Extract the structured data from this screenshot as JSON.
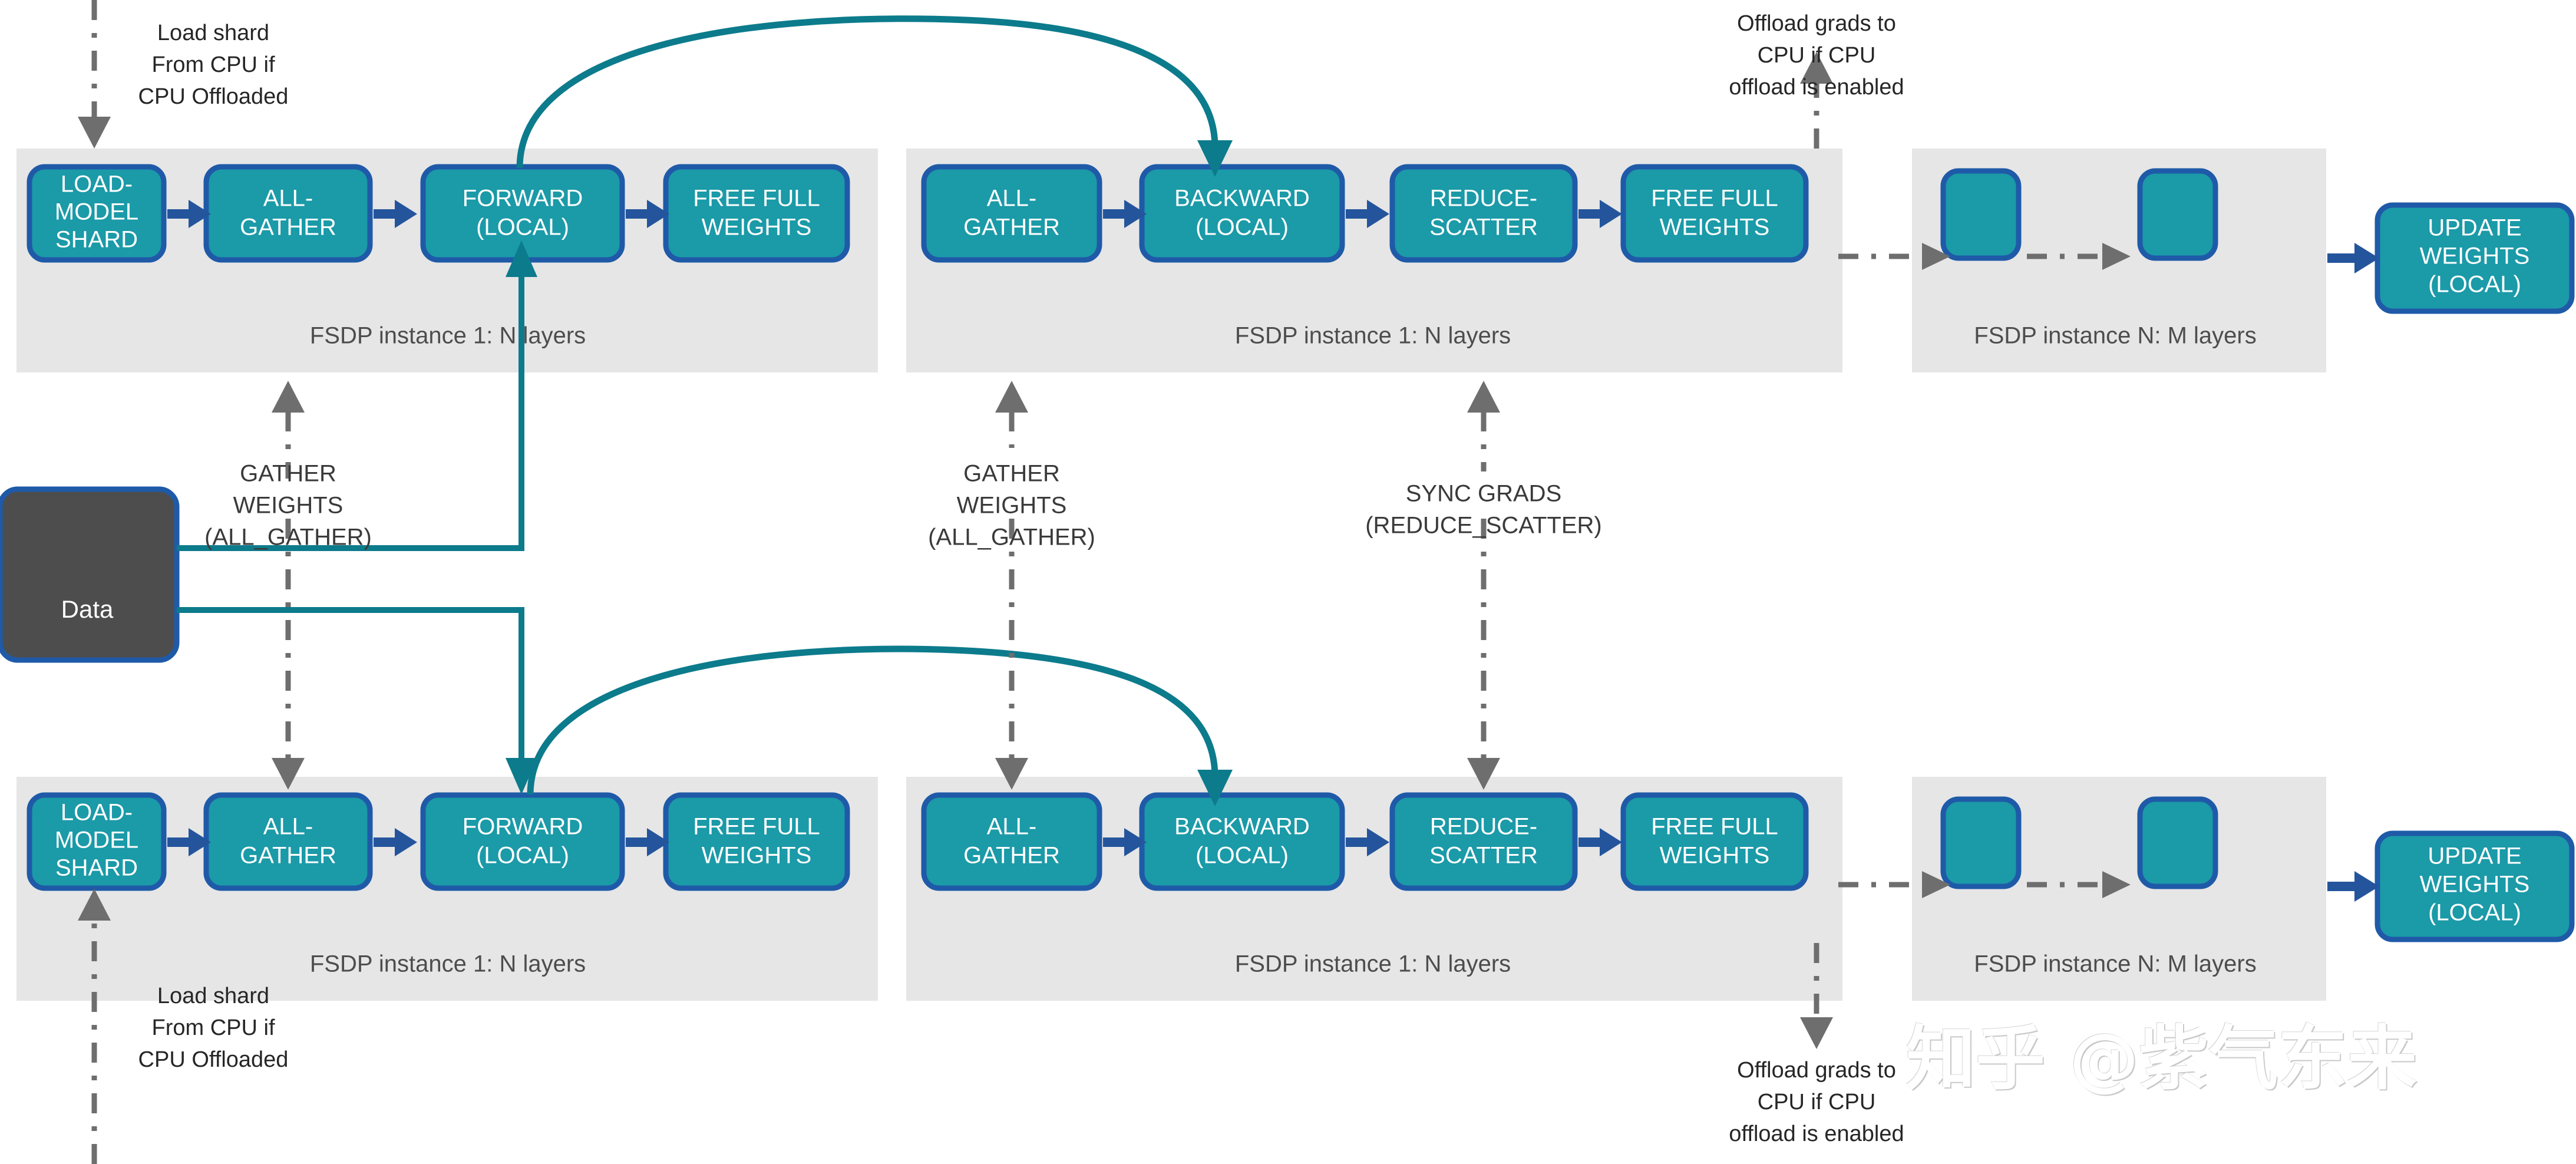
{
  "theme": {
    "node_fill": "#1b9aa8",
    "node_stroke": "#1f5aa8",
    "panel_fill": "#e6e6e6",
    "data_fill": "#4d4d4d",
    "teal_line": "#0c7b8c",
    "dash_line": "#6e6e6e",
    "arrow_blue": "#24559c"
  },
  "data_source": {
    "label": "Data"
  },
  "watermark": {
    "text": "知乎 @紫气东来"
  },
  "rows": [
    {
      "id": "row-top",
      "panels": [
        {
          "id": "top-fsdp-forward",
          "caption": "FSDP instance 1: N layers",
          "nodes": [
            {
              "id": "load-model-shard",
              "lines": [
                "LOAD-",
                "MODEL",
                "SHARD"
              ]
            },
            {
              "id": "all-gather",
              "lines": [
                "ALL-",
                "GATHER"
              ]
            },
            {
              "id": "forward-local",
              "lines": [
                "FORWARD",
                "(LOCAL)"
              ]
            },
            {
              "id": "free-full-weights",
              "lines": [
                "FREE FULL",
                "WEIGHTS"
              ]
            }
          ]
        },
        {
          "id": "top-fsdp-backward",
          "caption": "FSDP instance 1: N layers",
          "nodes": [
            {
              "id": "all-gather-2",
              "lines": [
                "ALL-",
                "GATHER"
              ]
            },
            {
              "id": "backward-local",
              "lines": [
                "BACKWARD",
                "(LOCAL)"
              ]
            },
            {
              "id": "reduce-scatter",
              "lines": [
                "REDUCE-",
                "SCATTER"
              ]
            },
            {
              "id": "free-full-weights-2",
              "lines": [
                "FREE FULL",
                "WEIGHTS"
              ]
            }
          ]
        },
        {
          "id": "top-fsdp-n",
          "caption": "FSDP instance N: M layers",
          "nodes": [
            {
              "id": "placeholder-a",
              "lines": []
            },
            {
              "id": "placeholder-b",
              "lines": []
            }
          ]
        }
      ],
      "terminal_node": {
        "id": "update-weights",
        "lines": [
          "UPDATE",
          "WEIGHTS",
          "(LOCAL)"
        ]
      },
      "annotations": [
        {
          "id": "top-load-shard",
          "lines": [
            "Load shard",
            "From CPU if",
            "CPU Offloaded"
          ]
        },
        {
          "id": "top-offload-grads",
          "lines": [
            "Offload grads to",
            "CPU if CPU",
            "offload is enabled"
          ]
        }
      ]
    },
    {
      "id": "row-bottom",
      "panels": [
        {
          "id": "bottom-fsdp-forward",
          "caption": "FSDP instance 1: N layers",
          "nodes": [
            {
              "id": "load-model-shard-b",
              "lines": [
                "LOAD-",
                "MODEL",
                "SHARD"
              ]
            },
            {
              "id": "all-gather-b",
              "lines": [
                "ALL-",
                "GATHER"
              ]
            },
            {
              "id": "forward-local-b",
              "lines": [
                "FORWARD",
                "(LOCAL)"
              ]
            },
            {
              "id": "free-full-weights-b",
              "lines": [
                "FREE FULL",
                "WEIGHTS"
              ]
            }
          ]
        },
        {
          "id": "bottom-fsdp-backward",
          "caption": "FSDP instance 1: N layers",
          "nodes": [
            {
              "id": "all-gather-2-b",
              "lines": [
                "ALL-",
                "GATHER"
              ]
            },
            {
              "id": "backward-local-b",
              "lines": [
                "BACKWARD",
                "(LOCAL)"
              ]
            },
            {
              "id": "reduce-scatter-b",
              "lines": [
                "REDUCE-",
                "SCATTER"
              ]
            },
            {
              "id": "free-full-weights-2-b",
              "lines": [
                "FREE FULL",
                "WEIGHTS"
              ]
            }
          ]
        },
        {
          "id": "bottom-fsdp-n",
          "caption": "FSDP instance N: M layers",
          "nodes": [
            {
              "id": "placeholder-a-b",
              "lines": []
            },
            {
              "id": "placeholder-b-b",
              "lines": []
            }
          ]
        }
      ],
      "terminal_node": {
        "id": "update-weights-b",
        "lines": [
          "UPDATE",
          "WEIGHTS",
          "(LOCAL)"
        ]
      },
      "annotations": [
        {
          "id": "bottom-load-shard",
          "lines": [
            "Load shard",
            "From CPU if",
            "CPU Offloaded"
          ]
        },
        {
          "id": "bottom-offload-grads",
          "lines": [
            "Offload grads to",
            "CPU if CPU",
            "offload is enabled"
          ]
        }
      ]
    }
  ],
  "middle_annotations": [
    {
      "id": "gather-weights-left",
      "lines": [
        "GATHER",
        "WEIGHTS",
        "(ALL_GATHER)"
      ]
    },
    {
      "id": "gather-weights-right",
      "lines": [
        "GATHER",
        "WEIGHTS",
        "(ALL_GATHER)"
      ]
    },
    {
      "id": "sync-grads",
      "lines": [
        "SYNC GRADS",
        "(REDUCE_SCATTER)"
      ]
    }
  ],
  "node_text": {
    "load_model_shard_1": "LOAD-",
    "load_model_shard_2": "MODEL",
    "load_model_shard_3": "SHARD",
    "all_gather_1": "ALL-",
    "all_gather_2": "GATHER",
    "forward_1": "FORWARD",
    "forward_2": "(LOCAL)",
    "free_full_1": "FREE FULL",
    "free_full_2": "WEIGHTS",
    "backward_1": "BACKWARD",
    "backward_2": "(LOCAL)",
    "reduce_scatter_1": "REDUCE-",
    "reduce_scatter_2": "SCATTER",
    "update_1": "UPDATE",
    "update_2": "WEIGHTS",
    "update_3": "(LOCAL)"
  },
  "captions": {
    "fsdp_1": "FSDP instance 1: N layers",
    "fsdp_n": "FSDP instance N: M layers"
  },
  "annotation_text": {
    "load_shard_1": "Load shard",
    "load_shard_2": "From CPU if",
    "load_shard_3": "CPU Offloaded",
    "offload_1": "Offload grads to",
    "offload_2": "CPU if CPU",
    "offload_3": "offload is enabled",
    "gather_1": "GATHER",
    "gather_2": "WEIGHTS",
    "gather_3": "(ALL_GATHER)",
    "sync_1": "SYNC GRADS",
    "sync_2": "(REDUCE_SCATTER)"
  }
}
